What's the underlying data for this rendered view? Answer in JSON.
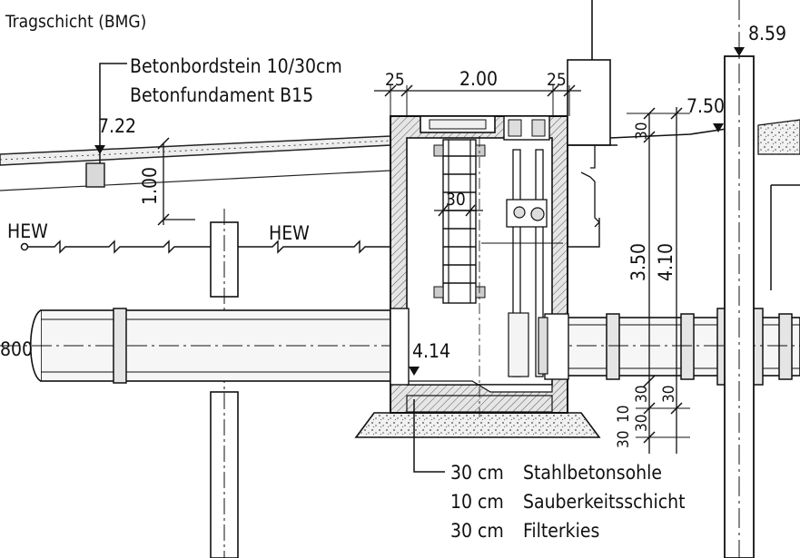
{
  "labels": {
    "tragschicht": "Tragschicht (BMG)",
    "bordstein": "Betonbordstein 10/30cm",
    "fundament": "Betonfundament B15",
    "hew_left": "HEW",
    "hew_mid": "HEW",
    "pipe_left": "800"
  },
  "levels": {
    "l722": "7.22",
    "l750": "7.50",
    "l859": "8.59",
    "l414": "4.14"
  },
  "dimensions": {
    "d25a": "25",
    "d200": "2.00",
    "d25b": "25",
    "d30top": "30",
    "d100": "1.00",
    "d30ladder": "30",
    "d350": "3.50",
    "d410": "4.10",
    "d10": "10",
    "d30a": "30",
    "d30b": "30",
    "d30c": "30",
    "d30d": "30"
  },
  "layers": [
    {
      "thickness": "30 cm",
      "name": "Stahlbetonsohle"
    },
    {
      "thickness": "10 cm",
      "name": "Sauberkeitsschicht"
    },
    {
      "thickness": "30 cm",
      "name": "Filterkies"
    }
  ]
}
